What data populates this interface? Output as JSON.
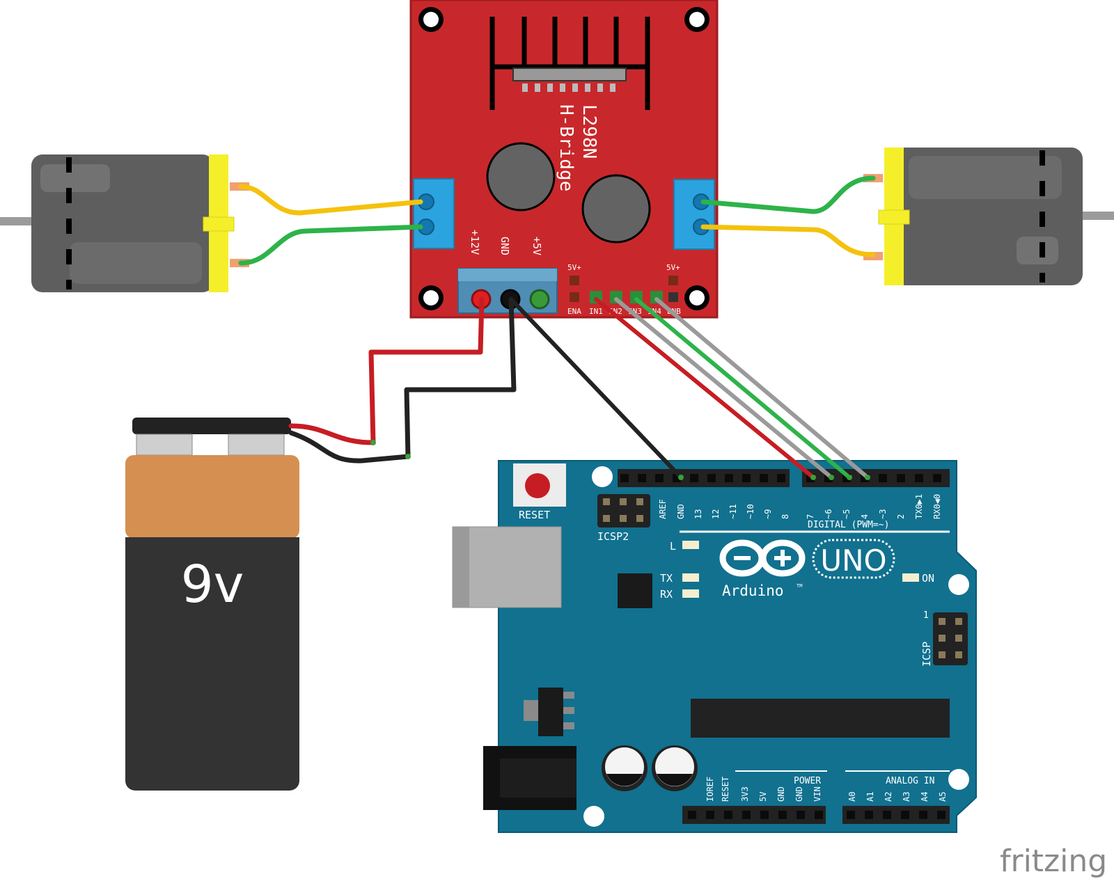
{
  "hbridge": {
    "title_line1": "L298N",
    "title_line2": "H-Bridge",
    "power_labels": [
      "+12V",
      "GND",
      "+5V"
    ],
    "jumper_label": "5V+",
    "control_labels": [
      "ENA",
      "IN1",
      "IN2",
      "IN3",
      "IN4",
      "ENB"
    ]
  },
  "battery": {
    "label": "9v"
  },
  "arduino": {
    "reset_label": "RESET",
    "icsp2_label": "ICSP2",
    "icsp_label": "ICSP",
    "icsp_pin1": "1",
    "led_l": "L",
    "led_tx": "TX",
    "led_rx": "RX",
    "led_on": "ON",
    "brand": "Arduino",
    "tm": "TM",
    "model": "UNO",
    "digital_label": "DIGITAL (PWM=~)",
    "digital_pins": [
      "AREF",
      "GND",
      "13",
      "12",
      "~11",
      "~10",
      "~9",
      "8",
      "7",
      "~6",
      "~5",
      "4",
      "~3",
      "2",
      "TX0▶1",
      "RX0◀0"
    ],
    "power_title": "POWER",
    "power_pins": [
      "IOREF",
      "RESET",
      "3V3",
      "5V",
      "GND",
      "GND",
      "VIN"
    ],
    "analog_title": "ANALOG IN",
    "analog_pins": [
      "A0",
      "A1",
      "A2",
      "A3",
      "A4",
      "A5"
    ]
  },
  "watermark": "fritzing",
  "colors": {
    "hbridge_board": "#c8282b",
    "arduino_board": "#11718f",
    "wire_red": "#c61d23",
    "wire_black": "#222222",
    "wire_grey": "#9a9a9a",
    "wire_green": "#2db34a",
    "wire_yellow": "#f4c20d",
    "motor_body": "#5e5e5e",
    "motor_cap": "#f5ef2a",
    "battery_top": "#d58f51",
    "battery_body": "#333333",
    "terminal_block": "#2aa3de"
  }
}
